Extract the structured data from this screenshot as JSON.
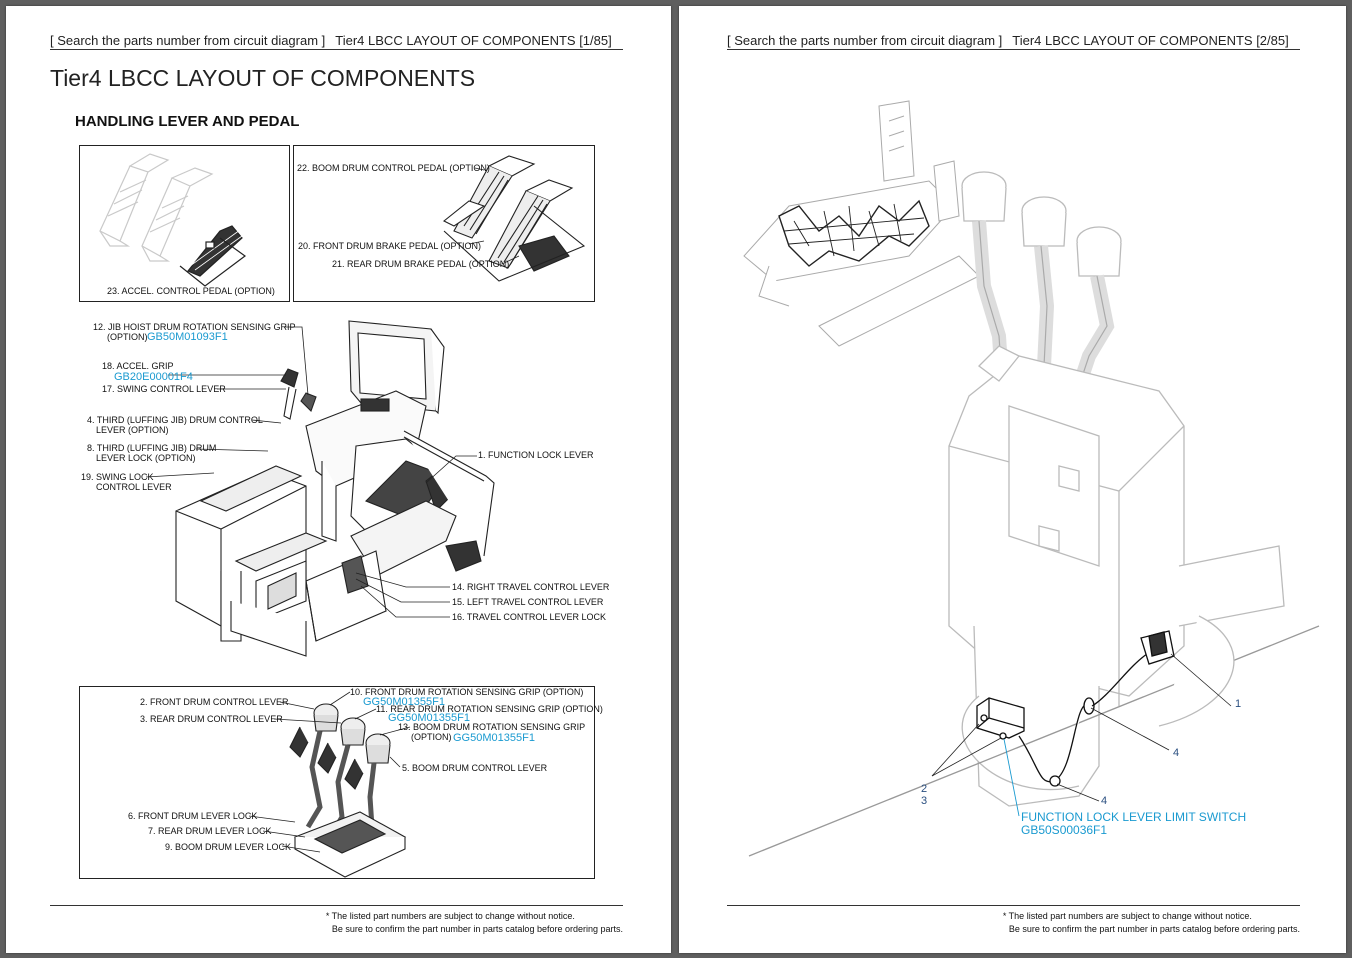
{
  "pages": [
    {
      "header": {
        "left": "[ Search the parts number from circuit diagram ]",
        "right": "Tier4 LBCC LAYOUT OF COMPONENTS [1/85]"
      },
      "title": "Tier4 LBCC LAYOUT OF COMPONENTS",
      "subtitle": "HANDLING LEVER AND PEDAL",
      "pedal_left_box": {
        "labels": [
          "23. ACCEL. CONTROL PEDAL (OPTION)"
        ]
      },
      "pedal_right_box": {
        "labels": [
          "22. BOOM DRUM CONTROL PEDAL (OPTION)",
          "20. FRONT DRUM BRAKE PEDAL (OPTION)",
          "21. REAR DRUM BRAKE PEDAL (OPTION)"
        ]
      },
      "cab": {
        "labels": {
          "l12a": "12. JIB HOIST DRUM ROTATION SENSING GRIP",
          "l12b": "(OPTION)",
          "p12": "GB50M01093F1",
          "l18": "18. ACCEL. GRIP",
          "p18": "GB20E00001F4",
          "l17": "17. SWING CONTROL LEVER",
          "l4a": "4. THIRD (LUFFING JIB) DRUM CONTROL",
          "l4b": "LEVER (OPTION)",
          "l8a": "8. THIRD (LUFFING JIB) DRUM",
          "l8b": "LEVER LOCK (OPTION)",
          "l19a": "19. SWING LOCK",
          "l19b": "CONTROL LEVER",
          "l1": "1. FUNCTION LOCK LEVER",
          "l14": "14. RIGHT TRAVEL CONTROL LEVER",
          "l15": "15. LEFT TRAVEL CONTROL LEVER",
          "l16": "16. TRAVEL CONTROL LEVER LOCK"
        }
      },
      "lever_box": {
        "labels": {
          "l10": "10. FRONT DRUM ROTATION SENSING GRIP (OPTION)",
          "p10": "GG50M01355F1",
          "l11": "11. REAR DRUM ROTATION SENSING GRIP (OPTION)",
          "p11": "GG50M01355F1",
          "l13a": "13. BOOM DRUM ROTATION SENSING GRIP",
          "l13b": "(OPTION)",
          "p13": "GG50M01355F1",
          "l2": "2. FRONT DRUM CONTROL LEVER",
          "l3": "3. REAR DRUM CONTROL LEVER",
          "l5": "5. BOOM DRUM CONTROL LEVER",
          "l6": "6. FRONT DRUM LEVER LOCK",
          "l7": "7. REAR DRUM LEVER LOCK",
          "l9": "9. BOOM DRUM LEVER LOCK"
        }
      },
      "footer": {
        "line1": "* The listed part numbers are subject to change without notice.",
        "line2": "Be sure to confirm the part number in parts catalog before ordering parts."
      }
    },
    {
      "header": {
        "left": "[ Search the parts number from circuit diagram ]",
        "right": "Tier4 LBCC LAYOUT OF COMPONENTS [2/85]"
      },
      "callouts": {
        "c1": "1",
        "c4a": "4",
        "c4b": "4",
        "c2": "2",
        "c3": "3",
        "switch_name": "FUNCTION LOCK LEVER LIMIT SWITCH",
        "switch_pn": "GB50S00036F1"
      },
      "footer": {
        "line1": "* The listed part numbers are subject to change without notice.",
        "line2": "Be sure to confirm the part number in parts catalog before ordering parts."
      }
    }
  ]
}
